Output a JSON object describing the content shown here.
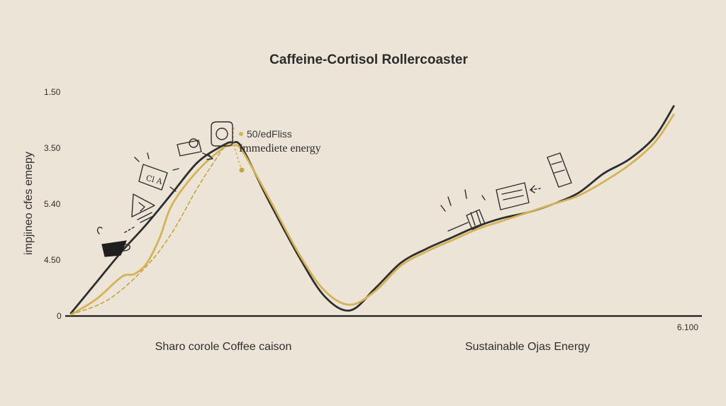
{
  "colors": {
    "background": "#ece5d7",
    "ink": "#2b2b2b",
    "accent_gold": "#d4b257",
    "accent_gold_dark": "#c8a440"
  },
  "chart_data": {
    "type": "line",
    "title": "Caffeine-Cortisol Rollercoaster",
    "ylabel": "impjineo cfes emepy",
    "xlabel": "",
    "y_tick_labels": [
      "1.50",
      "3.50",
      "5.40",
      "4.50",
      "0"
    ],
    "x_tick_labels": [
      "6.100"
    ],
    "region_labels": [
      "Sharo corole Coffee caison",
      "Sustainable Ojas Energy"
    ],
    "annotations": {
      "peak_small": "50/edFliss",
      "peak_main": "Immediete energy"
    },
    "grid": false,
    "legend": "none",
    "series": [
      {
        "color": "#2e2e2e",
        "x": [
          0,
          4,
          8,
          12,
          16,
          20,
          24,
          25.5,
          27,
          31,
          36,
          40,
          44,
          48,
          52,
          56,
          60,
          64,
          68,
          72,
          76,
          80,
          84,
          88,
          92,
          95
        ],
        "y": [
          0.1,
          1.2,
          2.3,
          3.3,
          4.4,
          5.5,
          6.1,
          6.2,
          6.0,
          4.2,
          2.1,
          0.7,
          0.2,
          1.0,
          1.9,
          2.4,
          2.8,
          3.2,
          3.5,
          3.7,
          4.0,
          4.4,
          5.1,
          5.6,
          6.4,
          7.5
        ]
      },
      {
        "color": "#d4b257",
        "x": [
          0,
          4,
          8,
          10,
          12,
          14,
          16,
          20,
          24,
          25.5,
          27,
          31,
          36,
          40,
          44,
          48,
          52,
          56,
          60,
          64,
          68,
          72,
          76,
          80,
          84,
          88,
          92,
          95
        ],
        "y": [
          0.05,
          0.6,
          1.4,
          1.5,
          1.9,
          2.8,
          4.0,
          5.2,
          6.0,
          6.1,
          5.9,
          4.3,
          2.2,
          0.9,
          0.4,
          0.9,
          1.8,
          2.3,
          2.7,
          3.1,
          3.4,
          3.7,
          4.0,
          4.3,
          4.8,
          5.4,
          6.2,
          7.2
        ]
      },
      {
        "color": "#c8a440",
        "style": "dashed",
        "x": [
          0,
          6,
          12,
          16,
          20,
          24
        ],
        "y": [
          0.05,
          0.6,
          1.8,
          3.0,
          4.6,
          6.0
        ]
      }
    ],
    "xlim": [
      0,
      100
    ],
    "ylim": [
      0,
      8
    ]
  }
}
